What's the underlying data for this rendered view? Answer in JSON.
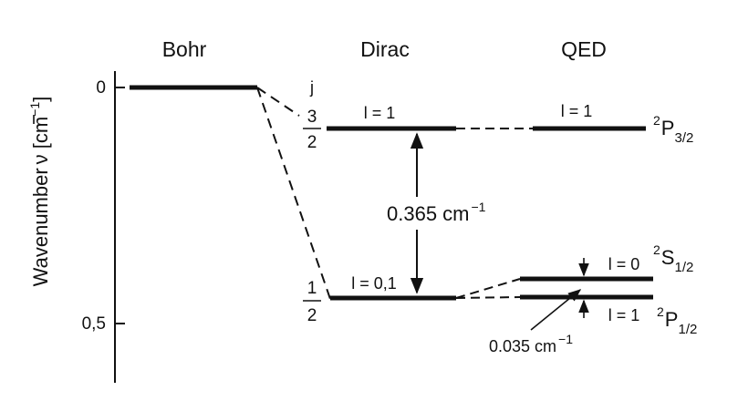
{
  "columns": {
    "bohr": "Bohr",
    "dirac": "Dirac",
    "qed": "QED"
  },
  "axis": {
    "label": "Wavenumber",
    "symbol": "ν",
    "unit_open": " [cm",
    "unit_exp": "−1",
    "unit_close": "]",
    "ticks": [
      {
        "label": "0",
        "value": 0
      },
      {
        "label": "0,5",
        "value": 0.5
      }
    ]
  },
  "j_header": "j",
  "j_values": {
    "upper": {
      "num": "3",
      "den": "2"
    },
    "lower": {
      "num": "1",
      "den": "2"
    }
  },
  "level_labels": {
    "dirac_upper": "l = 1",
    "dirac_lower": "l = 0,1",
    "qed_upper": "l = 1",
    "qed_s": "l = 0",
    "qed_p": "l = 1"
  },
  "terms": {
    "p32": {
      "sup": "2",
      "base": "P",
      "sub": "3/2"
    },
    "s12": {
      "sup": "2",
      "base": "S",
      "sub": "1/2"
    },
    "p12": {
      "sup": "2",
      "base": "P",
      "sub": "1/2"
    }
  },
  "splittings": {
    "fine": {
      "value": "0.365 cm",
      "exp": "−1"
    },
    "lamb": {
      "value": "0.035 cm",
      "exp": "−1"
    }
  },
  "colors": {
    "ink": "#111111",
    "background": "#ffffff"
  }
}
